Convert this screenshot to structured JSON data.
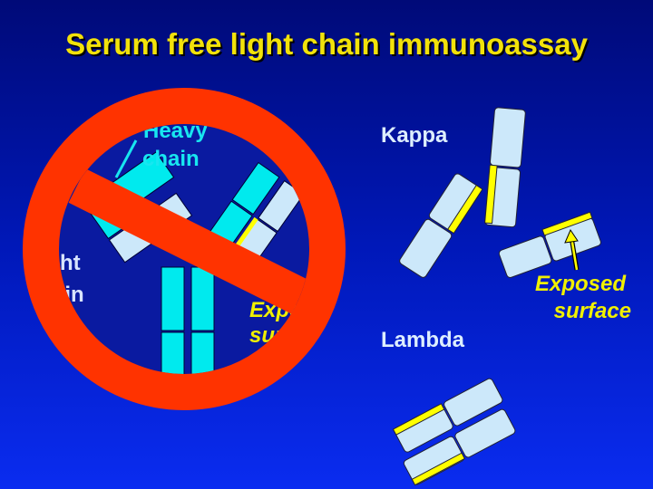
{
  "title": "Serum free light chain immunoassay",
  "labels": {
    "heavy_1": "Heavy",
    "heavy_2": "chain",
    "light_1": "Light",
    "light_2": "chain",
    "surface_1": "Exposed",
    "surface_2": "surface",
    "kappa": "Kappa",
    "exposed_1": "Exposed",
    "exposed_2": "surface",
    "lambda": "Lambda"
  },
  "colors": {
    "heavy_chain": "#00e8ee",
    "light_chain": "#cce8fa",
    "exposed_surface": "#ffff00",
    "prohibition": "#ff3300"
  },
  "icons": {
    "overlay": "prohibition-sign-icon"
  }
}
